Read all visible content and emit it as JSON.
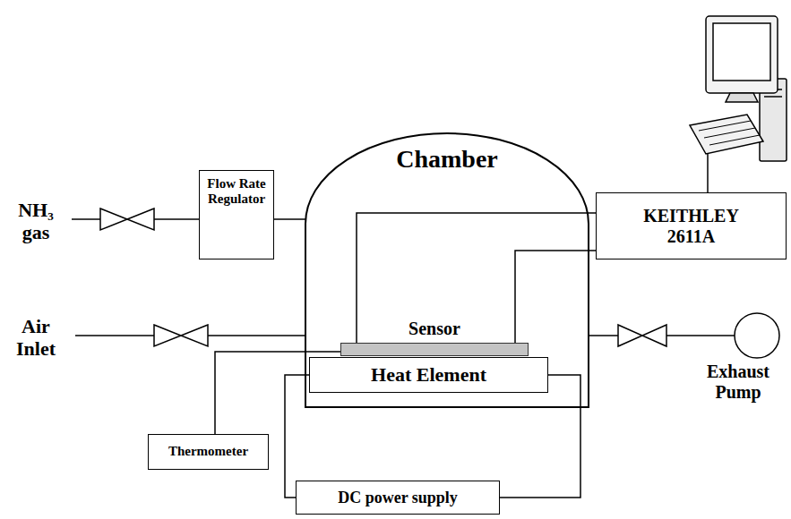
{
  "diagram": {
    "nodes": [
      {
        "text": [
          "Flow Rate Regulator"
        ]
      },
      {
        "text": [
          "Chamber"
        ]
      },
      {
        "text": [
          "KEITHLEY 2611A"
        ]
      },
      {
        "text": [
          "Sensor"
        ],
        "in": 1
      },
      {
        "text": [
          "Heat Element"
        ],
        "in": 1
      },
      {
        "text": [
          "Exhaust Pump"
        ]
      },
      {
        "text": [
          "Thermometer"
        ]
      },
      {
        "text": [
          "DC power supply"
        ]
      }
    ],
    "edges": [
      {
        "from": 0,
        "to": 1,
        "arrow": "none"
      },
      {
        "from": 2,
        "to": 3,
        "arrow": "none"
      },
      {
        "from": 2,
        "to": 3,
        "arrow": "none"
      },
      {
        "from": 1,
        "to": 5,
        "arrow": "none"
      },
      {
        "from": 6,
        "to": 3,
        "arrow": "none"
      },
      {
        "from": 4,
        "to": 7,
        "arrow": "none"
      },
      {
        "from": 4,
        "to": 7,
        "arrow": "none"
      }
    ],
    "labels": [
      "NH₃ gas",
      "Air Inlet"
    ]
  }
}
